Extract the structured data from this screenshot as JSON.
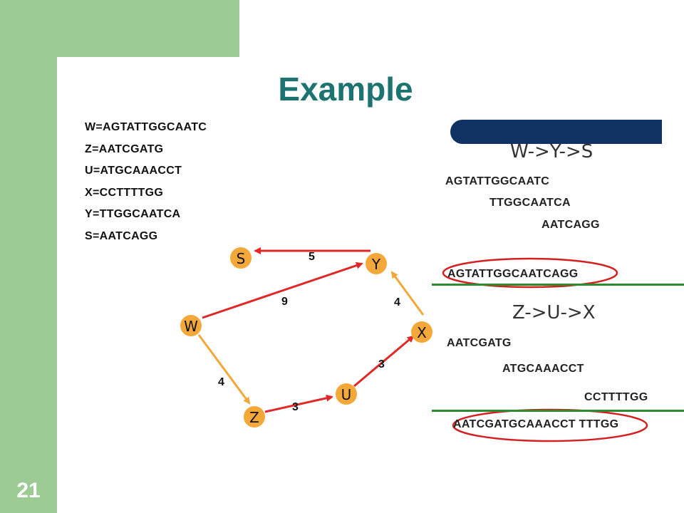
{
  "slide": {
    "number": "21",
    "title": "Example"
  },
  "definitions": [
    "W=AGTATTGGCAATC",
    "Z=AATCGATG",
    "U=ATGCAAACCT",
    "X=CCTTTTGG",
    "Y=TTGGCAATCA",
    "S=AATCAGG"
  ],
  "graph": {
    "nodes": {
      "S": "S",
      "Y": "Y",
      "W": "W",
      "X": "X",
      "U": "U",
      "Z": "Z"
    },
    "edges": [
      {
        "from": "Y",
        "to": "S",
        "weight": "5",
        "color": "#e02828"
      },
      {
        "from": "W",
        "to": "Y",
        "weight": "9",
        "color": "#e02828"
      },
      {
        "from": "X",
        "to": "Y",
        "weight": "4",
        "color": "#f4a83a"
      },
      {
        "from": "W",
        "to": "Z",
        "weight": "4",
        "color": "#f4a83a"
      },
      {
        "from": "Z",
        "to": "U",
        "weight": "3",
        "color": "#e02828"
      },
      {
        "from": "U",
        "to": "X",
        "weight": "3",
        "color": "#e02828"
      }
    ],
    "node_color": "#f4a83a"
  },
  "path1": {
    "label": "W->Y->S",
    "lines": [
      "AGTATTGGCAATC",
      "TTGGCAATCA",
      "AATCAGG"
    ],
    "result": "AGTATTGGCAATCAGG"
  },
  "path2": {
    "label": "Z->U->X",
    "lines": [
      "AATCGATG",
      "ATGCAAACCT",
      "CCTTTTGG"
    ],
    "result": "AATCGATGCAAACCT TTTGG"
  },
  "colors": {
    "accent": "#1c7370",
    "sidebar": "#9ccc94",
    "banner": "#0f3262",
    "rule": "#2e8b2e",
    "highlight": "#d42020"
  }
}
